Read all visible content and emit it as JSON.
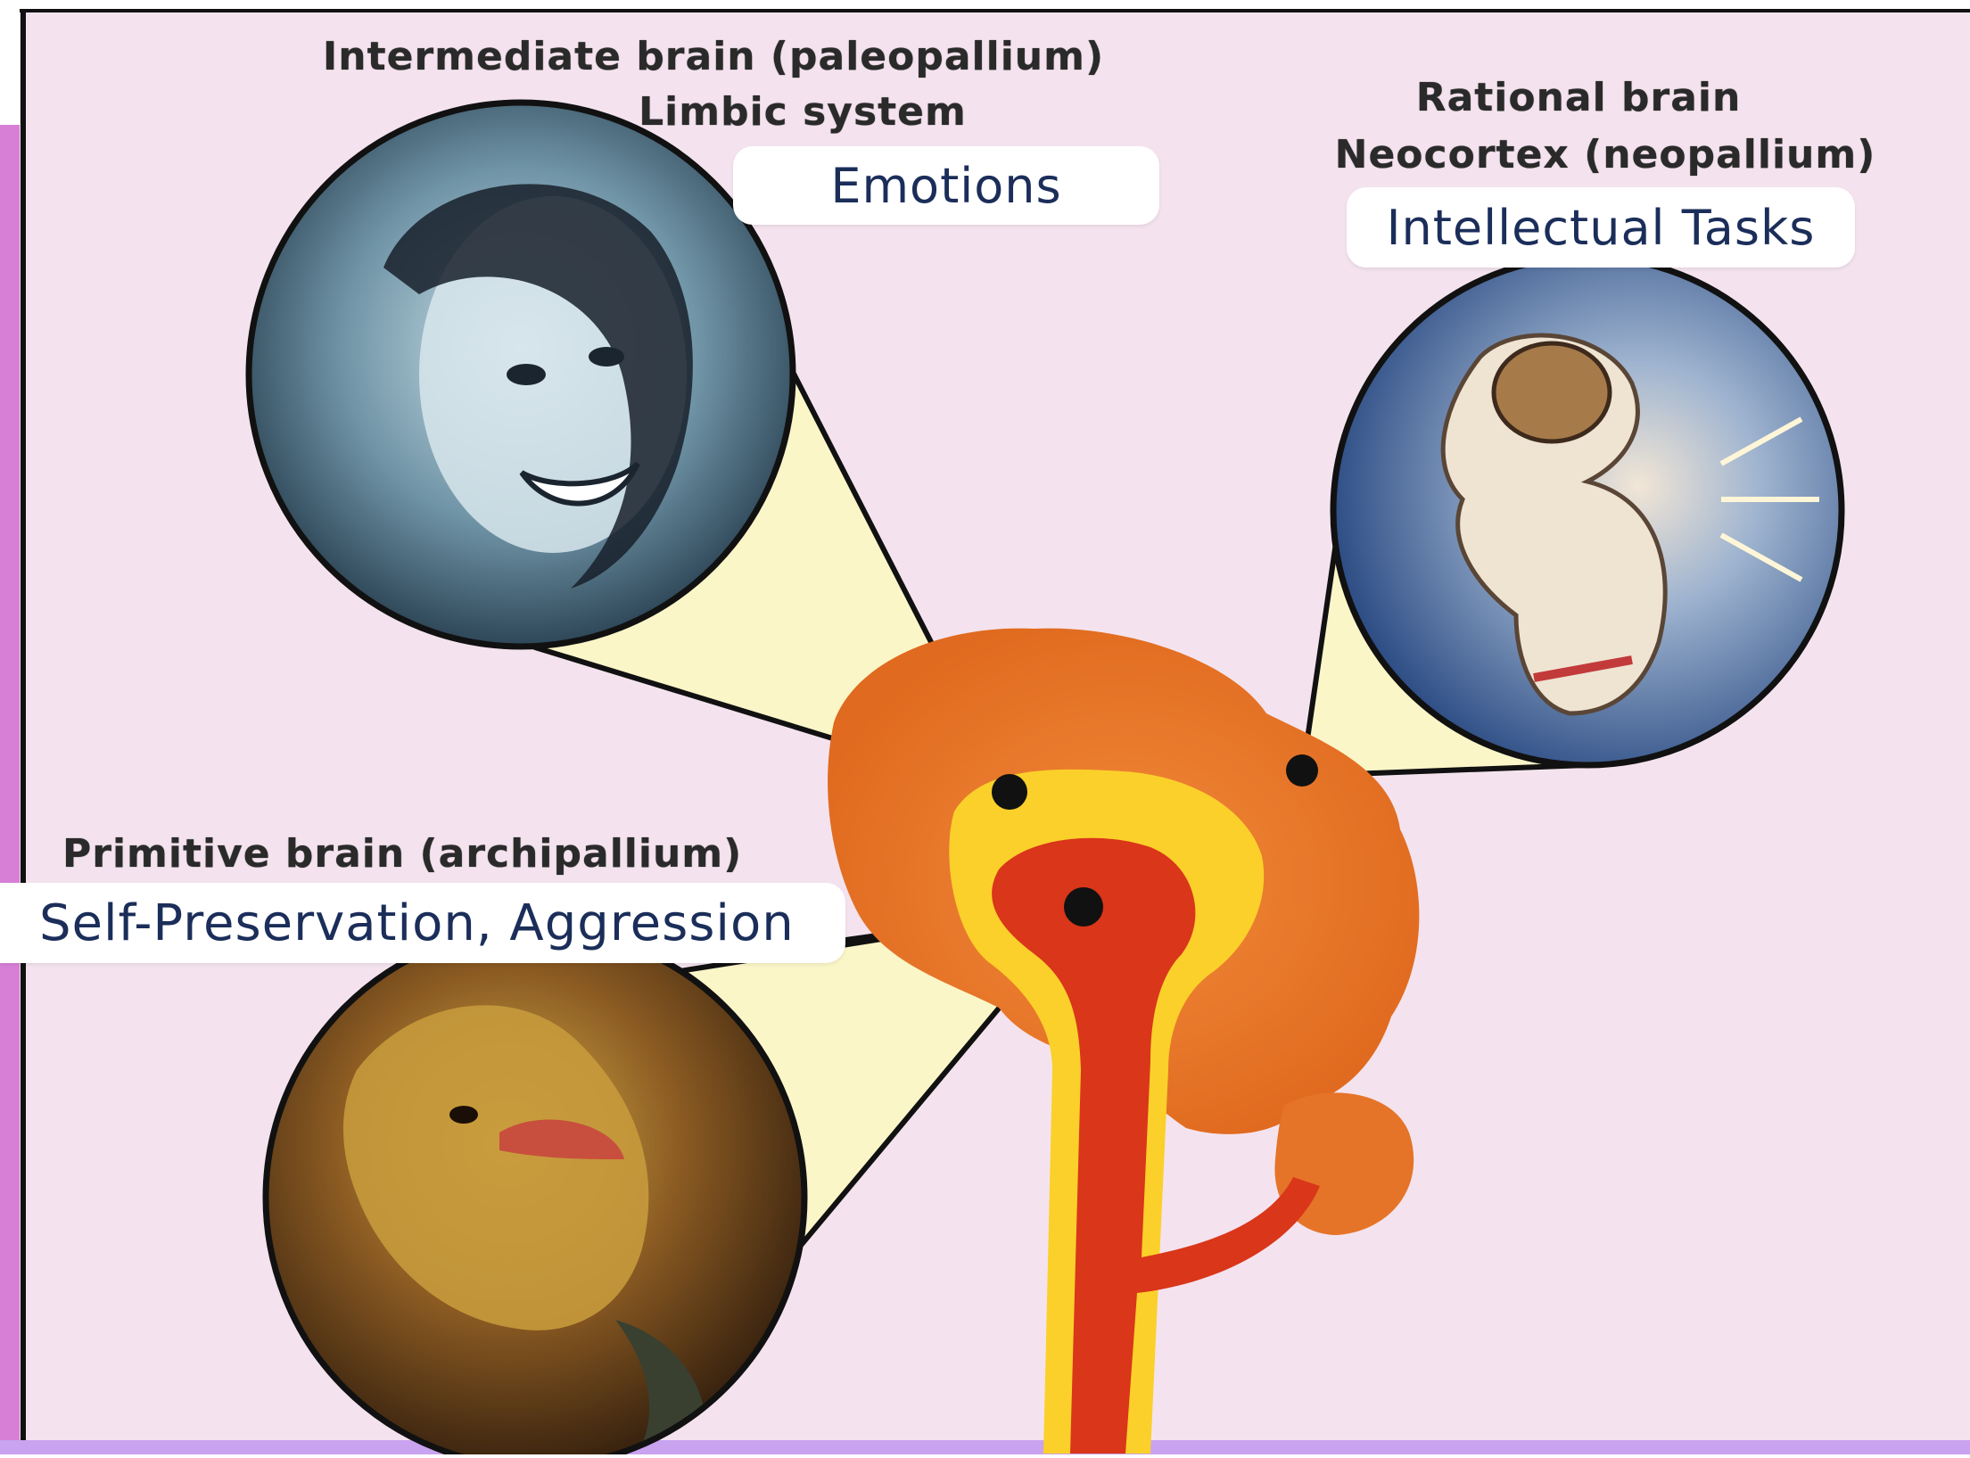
{
  "colors": {
    "left_accent": "#d77fd6",
    "bottom_accent": "#c9a3f0",
    "background": "#f4e3ee",
    "frame_line": "#111111",
    "pill_bg": "#ffffff",
    "pill_text": "#1b2e5a",
    "heading_text": "#2a2a2a",
    "cone_fill": "#fbf6c8",
    "cortex_orange": "#ec7a2a",
    "limbic_yellow": "#fbd02a",
    "brainstem_red": "#d9361a"
  },
  "sections": {
    "intermediate": {
      "heading_line1": "Intermediate brain (paleopallium)",
      "heading_line2": "Limbic system",
      "function": "Emotions",
      "image_icon": "laughing-face-photo"
    },
    "rational": {
      "heading_line1": "Rational brain",
      "heading_line2": "Neocortex (neopallium)",
      "function": "Intellectual Tasks",
      "image_icon": "astronaut-illustration"
    },
    "primitive": {
      "heading_line1": "Primitive brain (archipallium)",
      "function": "Self-Preservation, Aggression",
      "image_icon": "reptile-photo"
    }
  }
}
